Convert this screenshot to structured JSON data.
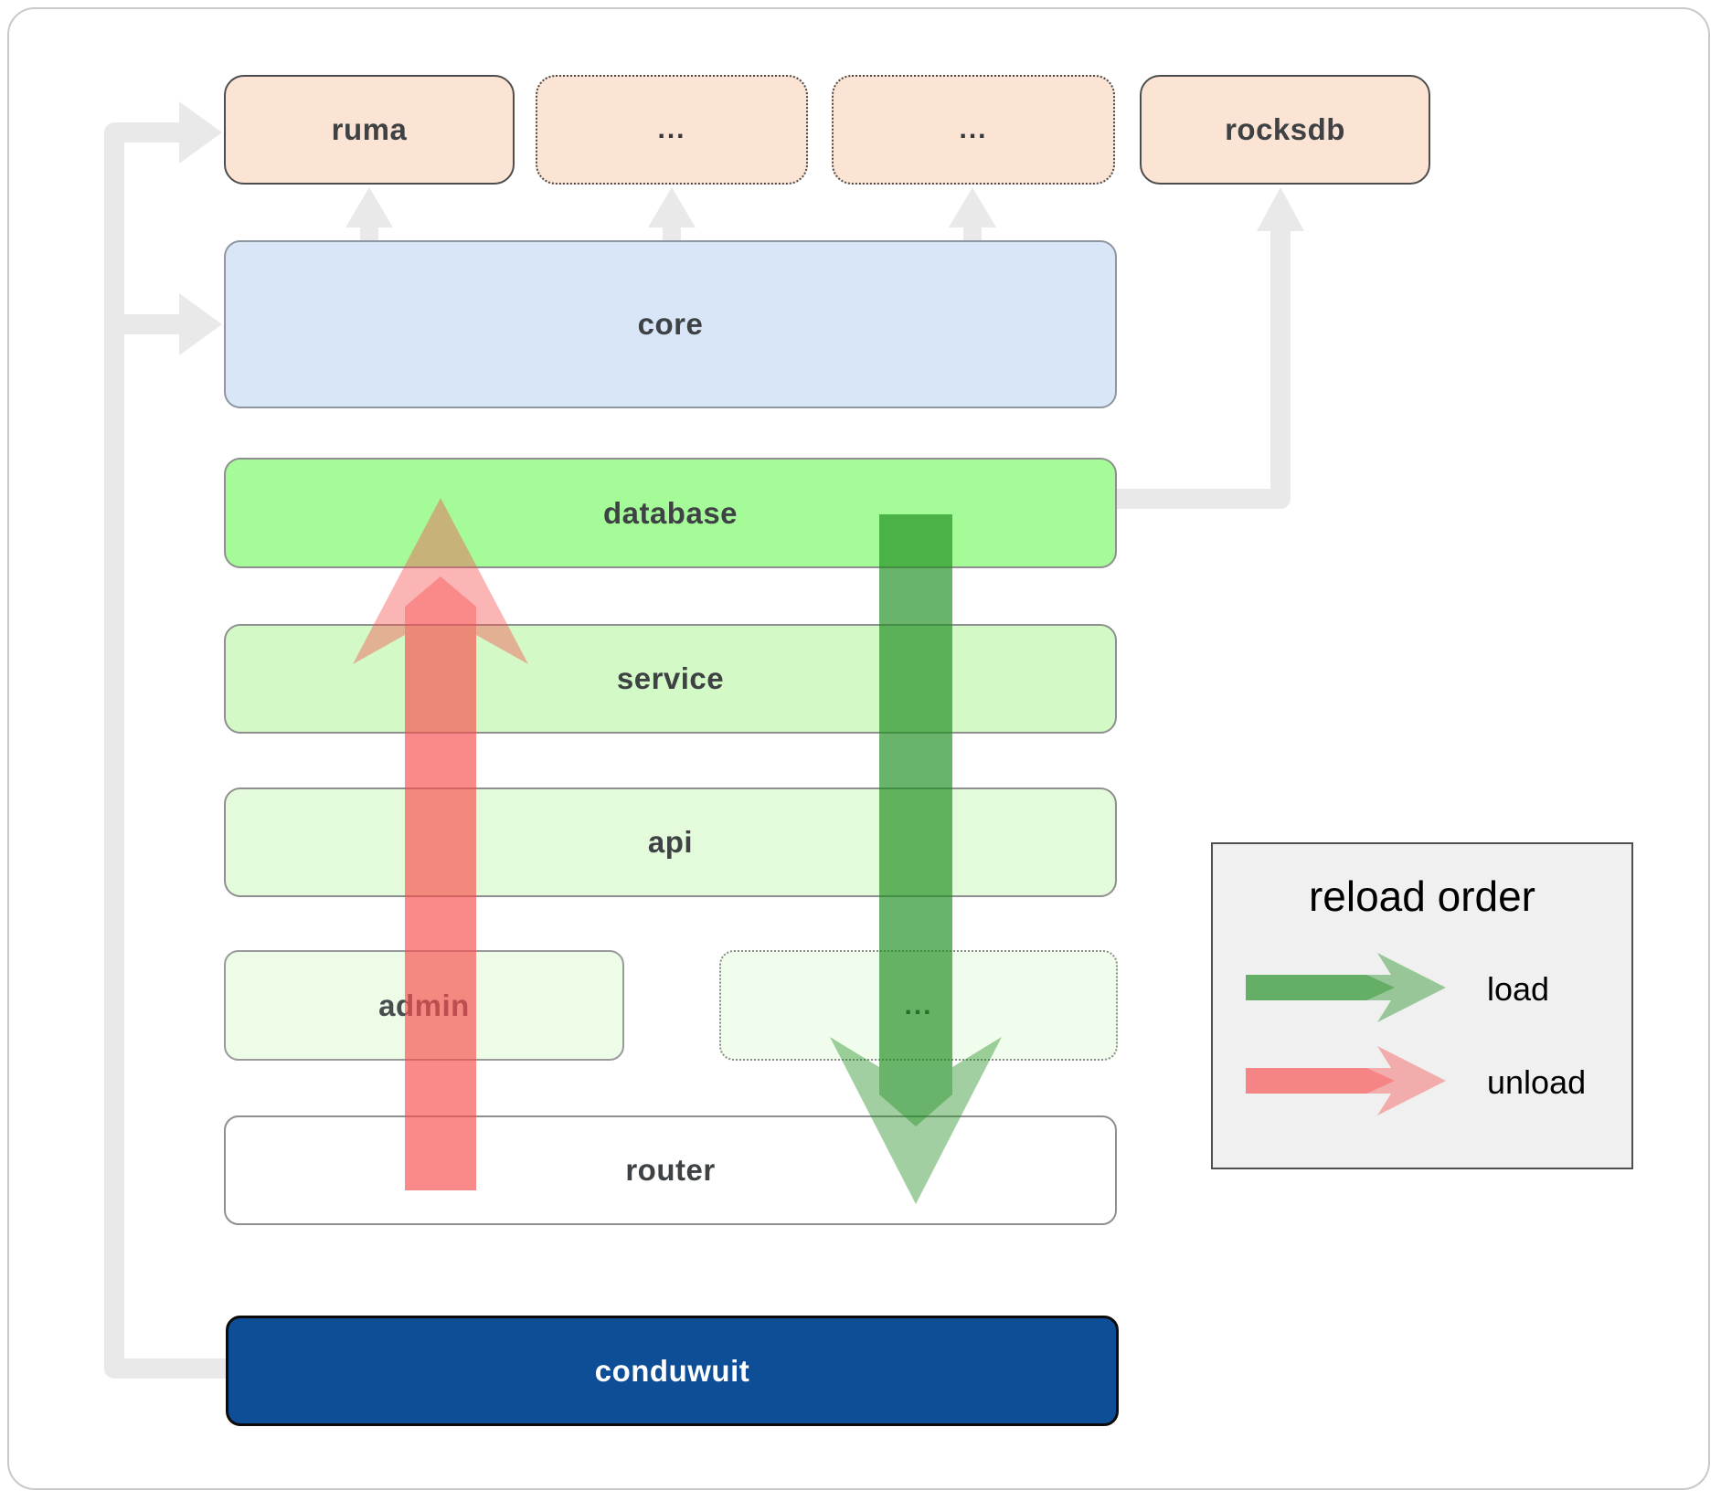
{
  "top_row": [
    {
      "label": "ruma"
    },
    {
      "label": "..."
    },
    {
      "label": "..."
    },
    {
      "label": "rocksdb"
    }
  ],
  "layers": {
    "core": "core",
    "database": "database",
    "service": "service",
    "api": "api"
  },
  "modules_row": {
    "admin": "admin",
    "more": "..."
  },
  "router": "router",
  "app": "conduwuit",
  "legend": {
    "title": "reload order",
    "load_label": "load",
    "unload_label": "unload"
  },
  "colors": {
    "module_peach_fill": "#fce4d4",
    "core_blue_fill": "#d8e6f8",
    "database_green_fill": "#a4fb98",
    "service_green_fill": "#d3f9c7",
    "api_green_fill": "#e3fbda",
    "admin_green_fill": "#edfce7",
    "app_blue_fill": "#0d4e96",
    "load_arrow_green": "#208c20",
    "unload_arrow_red": "#f74e4e",
    "connector_gray": "#e9e9e9",
    "legend_bg": "#f0f0f0"
  }
}
